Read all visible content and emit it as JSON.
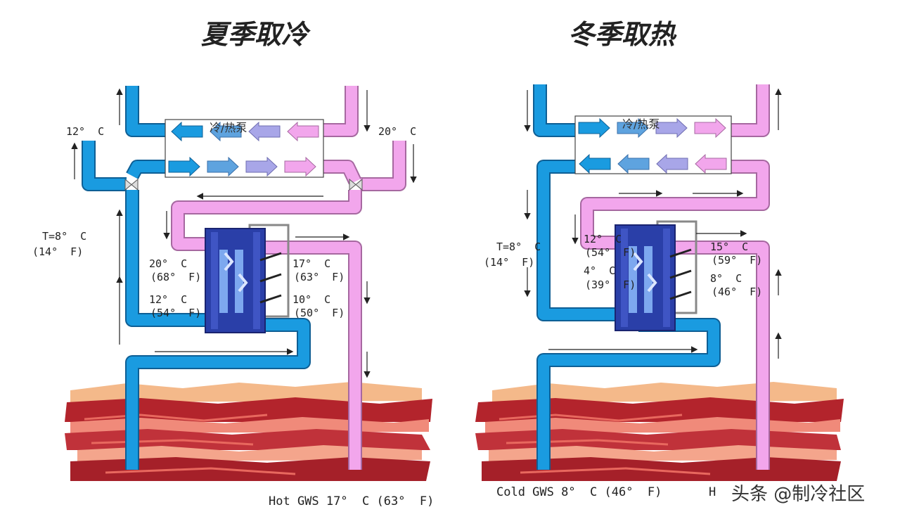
{
  "summary": {
    "title": "夏季取冷",
    "unit_label": "冷/热泵",
    "temp_top_left": "12°  C",
    "temp_top_right": "20°  C",
    "temp_side_c": "T=8°  C",
    "temp_side_f": "(14°  F)",
    "hx_in_hot_c": "20°  C",
    "hx_in_hot_f": "(68°  F)",
    "hx_out_cold_c": "12°  C",
    "hx_out_cold_f": "(54°  F)",
    "hx_right_top_c": "17°  C",
    "hx_right_top_f": "(63°  F)",
    "hx_right_bot_c": "10°  C",
    "hx_right_bot_f": "(50°  F)",
    "gws_label": "Hot GWS 17°  C (63°  F)"
  },
  "winter": {
    "title": "冬季取热",
    "unit_label": "冷/热泵",
    "temp_side_c": "T=8°  C",
    "temp_side_f": "(14°  F)",
    "hx_left_top_c": "12°  C",
    "hx_left_top_f": "(54°  F)",
    "hx_left_bot_c": "4°  C",
    "hx_left_bot_f": "(39°  F)",
    "hx_right_top_c": "15°  C",
    "hx_right_top_f": "(59°  F)",
    "hx_right_bot_c": "8°  C",
    "hx_right_bot_f": "(46°  F)",
    "gws_label": "Cold GWS 8°  C (46°  F)",
    "gws_label2": "H"
  },
  "watermark": "头条 @制冷社区",
  "colors": {
    "cold_pipe": "#1a9be0",
    "hot_pipe": "#f2a6ec",
    "hx_body": "#2a3fa8",
    "ground_dark": "#b3242c",
    "ground_light": "#f08a7a",
    "ground_sand": "#f4b98a"
  }
}
